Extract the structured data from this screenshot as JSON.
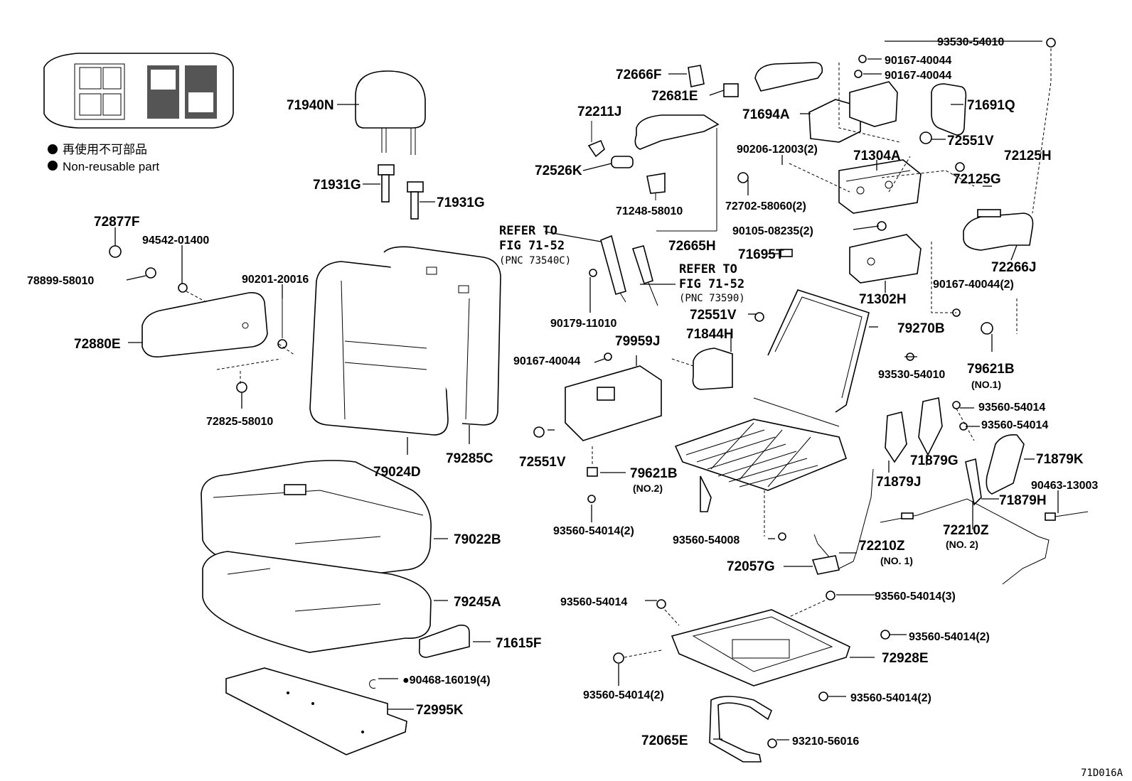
{
  "legend": {
    "bullet": "●",
    "line_jp": "再使用不可部品",
    "line_en": "Non-reusable part"
  },
  "figure_id": "71D016A",
  "refer_notes": [
    {
      "line1": "REFER TO",
      "line2": "FIG 71-52",
      "line3": "(PNC 73540C)"
    },
    {
      "line1": "REFER TO",
      "line2": "FIG 71-52",
      "line3": "(PNC 73590)"
    }
  ],
  "labels": [
    "71940N",
    "71931G",
    "71931G",
    "72877F",
    "94542-01400",
    "78899-58010",
    "90201-20016",
    "72880E",
    "72825-58010",
    "79024D",
    "79285C",
    "79022B",
    "79245A",
    "71615F",
    "●90468-16019(4)",
    "72995K",
    "72666F",
    "72681E",
    "72211J",
    "72526K",
    "71248-58010",
    "72665H",
    "90179-11010",
    "79959J",
    "90167-40044",
    "72551V",
    "79621B",
    "(NO.2)",
    "93560-54014(2)",
    "93530-54010",
    "90167-40044",
    "90167-40044",
    "71694A",
    "71691Q",
    "72551V",
    "90206-12003(2)",
    "71304A",
    "72125H",
    "72125G",
    "72702-58060(2)",
    "90105-08235(2)",
    "72266J",
    "71695T",
    "72551V",
    "71844H",
    "71302H",
    "90167-40044(2)",
    "79270B",
    "93530-54010",
    "79621B",
    "(NO.1)",
    "93560-54014",
    "93560-54014",
    "71879G",
    "71879K",
    "71879J",
    "90463-13003",
    "71879H",
    "72210Z",
    "(NO. 2)",
    "93560-54008",
    "72210Z",
    "(NO. 1)",
    "72057G",
    "93560-54014",
    "93560-54014(3)",
    "93560-54014(2)",
    "72928E",
    "93560-54014(2)",
    "93560-54014(2)",
    "93210-56016",
    "72065E"
  ]
}
